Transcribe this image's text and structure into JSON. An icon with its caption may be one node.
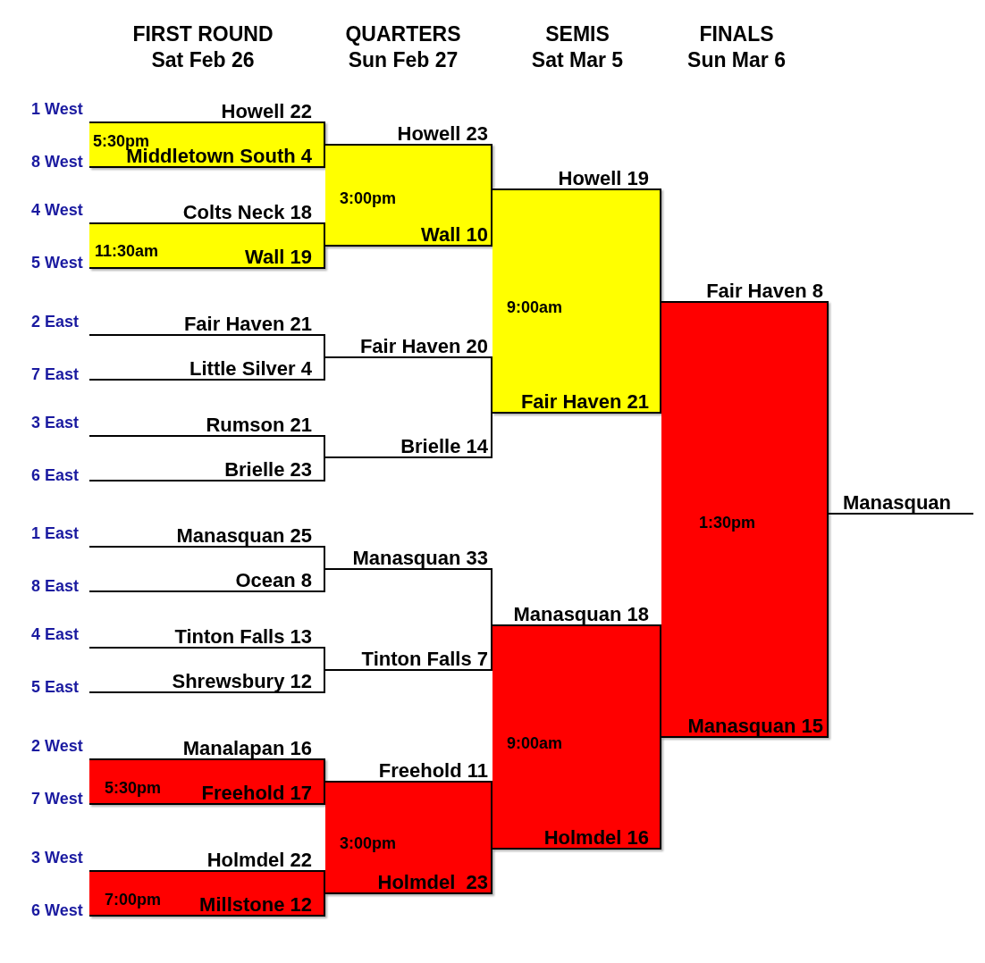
{
  "diagram": {
    "nodes": [
      {
        "text": [
          "Howell 22",
          "5:30pm",
          "Middletown South 4"
        ],
        "beside": [
          "1 West",
          "8 West"
        ]
      },
      {
        "text": [
          "Colts Neck 18",
          "11:30am",
          "Wall 19"
        ],
        "beside": [
          "4 West",
          "5 West"
        ]
      },
      {
        "text": [
          "Fair Haven 21",
          "Little Silver 4"
        ],
        "beside": [
          "2 East",
          "7 East"
        ]
      },
      {
        "text": [
          "Rumson 21",
          "Brielle 23"
        ],
        "beside": [
          "3 East",
          "6 East"
        ]
      },
      {
        "text": [
          "Manasquan 25",
          "Ocean 8"
        ],
        "beside": [
          "1 East",
          "8 East"
        ]
      },
      {
        "text": [
          "Tinton Falls 13",
          "Shrewsbury 12"
        ],
        "beside": [
          "4 East",
          "5 East"
        ]
      },
      {
        "text": [
          "Manalapan 16",
          "5:30pm",
          "Freehold 17"
        ],
        "beside": [
          "2 West",
          "7 West"
        ]
      },
      {
        "text": [
          "Holmdel 22",
          "7:00pm",
          "Millstone 12"
        ],
        "beside": [
          "3 West",
          "6 West"
        ]
      },
      {
        "text": [
          "Howell 23",
          "3:00pm",
          "Wall 10"
        ]
      },
      {
        "text": [
          "Fair Haven 20",
          "Brielle 14"
        ]
      },
      {
        "text": [
          "Manasquan 33",
          "Tinton Falls 7"
        ]
      },
      {
        "text": [
          "Freehold 11",
          "3:00pm",
          "Holmdel  23"
        ]
      },
      {
        "text": [
          "Howell 19",
          "9:00am",
          "Fair Haven 21"
        ]
      },
      {
        "text": [
          "Manasquan 18",
          "9:00am",
          "Holmdel 16"
        ]
      },
      {
        "text": [
          "Fair Haven 8",
          "1:30pm",
          "Manasquan 15"
        ]
      },
      {
        "text": [
          "Manasquan"
        ]
      }
    ],
    "labels": [
      "FIRST ROUND",
      "Sat Feb 26",
      "QUARTERS",
      "Sun Feb 27",
      "SEMIS",
      "Sat Mar 5",
      "FINALS",
      "Sun Mar 6"
    ]
  }
}
